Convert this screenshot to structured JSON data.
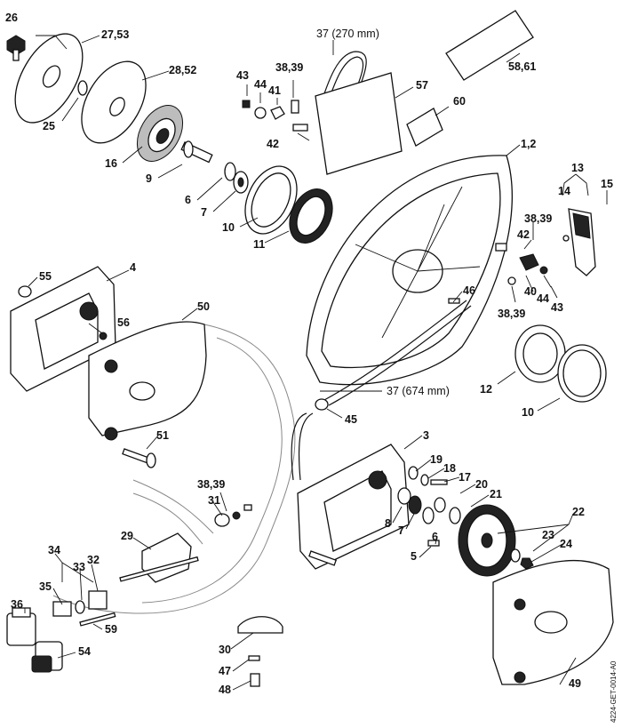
{
  "diagram": {
    "drawing_code": "4224-GET-0014-A0",
    "callouts": {
      "c26": "26",
      "c27_53": "27,53",
      "c28_52": "28,52",
      "c25": "25",
      "c16": "16",
      "c9": "9",
      "c6a": "6",
      "c7a": "7",
      "c10a": "10",
      "c11": "11",
      "c37a": "37 (270 mm)",
      "c43a": "43",
      "c44a": "44",
      "c41": "41",
      "c38_39a": "38,39",
      "c42a": "42",
      "c57": "57",
      "c58_61": "58,61",
      "c60": "60",
      "c1_2": "1,2",
      "c13": "13",
      "c14": "14",
      "c15": "15",
      "c38_39b": "38,39",
      "c42b": "42",
      "c40": "40",
      "c44b": "44",
      "c43b": "43",
      "c38_39c": "38,39",
      "c46": "46",
      "c55": "55",
      "c4": "4",
      "c56": "56",
      "c50": "50",
      "c12": "12",
      "c10b": "10",
      "c37b": "37 (674 mm)",
      "c45": "45",
      "c51": "51",
      "c3": "3",
      "c19": "19",
      "c18": "18",
      "c17": "17",
      "c20": "20",
      "c21": "21",
      "c38_39d": "38,39",
      "c31": "31",
      "c8": "8",
      "c7b": "7",
      "c6b": "6",
      "c22": "22",
      "c23": "23",
      "c24": "24",
      "c5": "5",
      "c29": "29",
      "c34": "34",
      "c35": "35",
      "c33": "33",
      "c32": "32",
      "c36": "36",
      "c59": "59",
      "c30": "30",
      "c47": "47",
      "c48": "48",
      "c54": "54",
      "c49": "49"
    }
  }
}
